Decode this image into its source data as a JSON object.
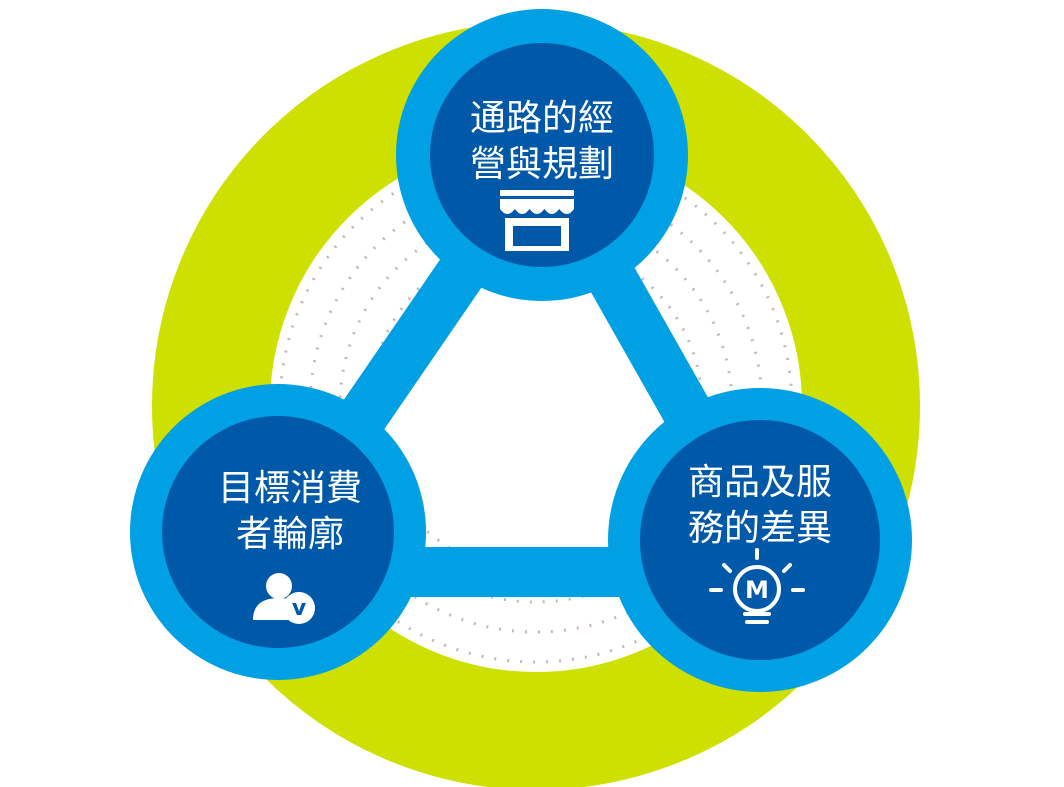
{
  "colors": {
    "outer_ring": "#cde000",
    "connector": "#00a0e4",
    "node_outer": "#00a0e4",
    "node_inner": "#0059a8",
    "icon": "#ffffff",
    "dots": "#b79aa6"
  },
  "nodes": [
    {
      "id": "channel",
      "line1": "通路的經",
      "line2": "營與規劃",
      "icon": "storefront-icon"
    },
    {
      "id": "consumer",
      "line1": "目標消費",
      "line2": "者輪廓",
      "icon": "user-check-icon"
    },
    {
      "id": "product",
      "line1": "商品及服",
      "line2": "務的差異",
      "icon": "lightbulb-m-icon"
    }
  ],
  "icon_glyphs": {
    "badge_letter": "v",
    "bulb_letter": "M"
  }
}
